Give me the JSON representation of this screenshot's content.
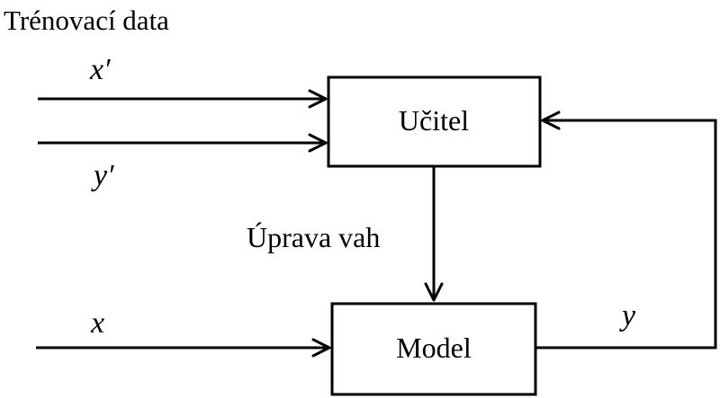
{
  "title": "Trénovací data",
  "nodes": {
    "teacher": {
      "label": "Učitel"
    },
    "model": {
      "label": "Model"
    }
  },
  "edges": {
    "x_prime": {
      "label": "x′"
    },
    "y_prime": {
      "label": "y′"
    },
    "x": {
      "label": "x"
    },
    "y": {
      "label": "y"
    },
    "weight_update": {
      "label": "Úprava vah"
    }
  }
}
